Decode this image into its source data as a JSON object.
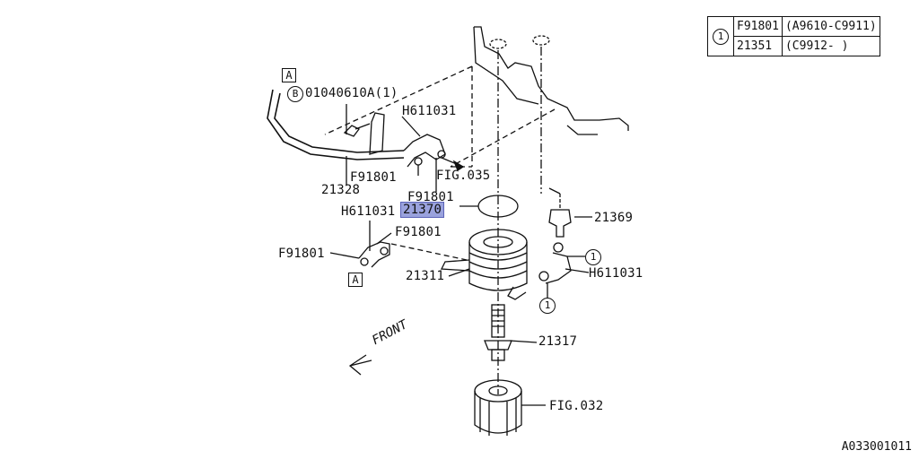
{
  "legend": {
    "marker": "1",
    "rows": [
      {
        "part": "F91801",
        "range": "(A9610-C9911)"
      },
      {
        "part": "21351",
        "range": "(C9912- )"
      }
    ]
  },
  "labels": {
    "box_a_top": "A",
    "box_a_bottom": "A",
    "bolt_marker": "B",
    "bolt": "01040610A(1)",
    "hose_clamp_top": "H611031",
    "clamp_f_top": "F91801",
    "fig035": "FIG.035",
    "pipe": "21328",
    "clamp_f_mid": "F91801",
    "clamp_h_left": "H611031",
    "gasket": "21370",
    "clamp_f_left_upper": "F91801",
    "clamp_f_left": "F91801",
    "thermostat": "21369",
    "cooler": "21311",
    "hose_clamp_right": "H611031",
    "circle_right": "1",
    "circle_low": "1",
    "front": "FRONT",
    "stud": "21317",
    "fig032": "FIG.032"
  },
  "reference": "A033001011"
}
